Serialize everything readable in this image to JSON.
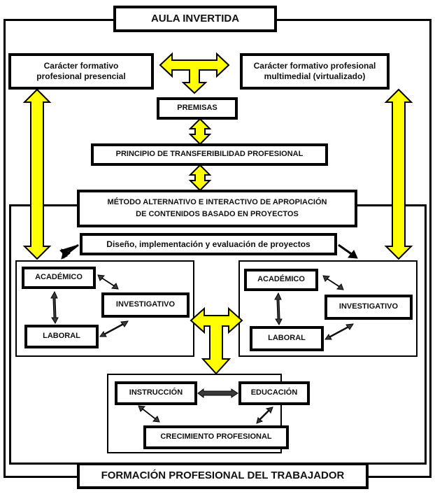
{
  "diagram": {
    "top_title": "AULA INVERTIDA",
    "bottom_title": "FORMACIÓN PROFESIONAL DEL TRABAJADOR",
    "left_character": "Carácter formativo profesional presencial",
    "left_character_lines": [
      "Carácter formativo",
      "profesional presencial"
    ],
    "right_character_lines": [
      "Carácter formativo profesional",
      "multimedial (virtualizado)"
    ],
    "premises": "PREMISAS",
    "principle": "PRINCIPIO DE TRANSFERIBILIDAD PROFESIONAL",
    "method_lines": [
      "MÉTODO ALTERNATIVO E INTERACTIVO DE APROPIACIÓN",
      "DE CONTENIDOS BASADO EN PROYECTOS"
    ],
    "projects": "Diseño, implementación y evaluación de proyectos",
    "left_group": {
      "academic": "ACADÉMICO",
      "research": "INVESTIGATIVO",
      "labor": "LABORAL"
    },
    "right_group": {
      "academic": "ACADÉMICO",
      "research": "INVESTIGATIVO",
      "labor": "LABORAL"
    },
    "bottom_group": {
      "instruction": "INSTRUCCIÓN",
      "education": "EDUCACIÓN",
      "growth": "CRECIMIENTO PROFESIONAL"
    },
    "colors": {
      "arrow_fill": "#ffff00",
      "stroke": "#000000",
      "dark_arrow": "#3a3a3a"
    }
  }
}
